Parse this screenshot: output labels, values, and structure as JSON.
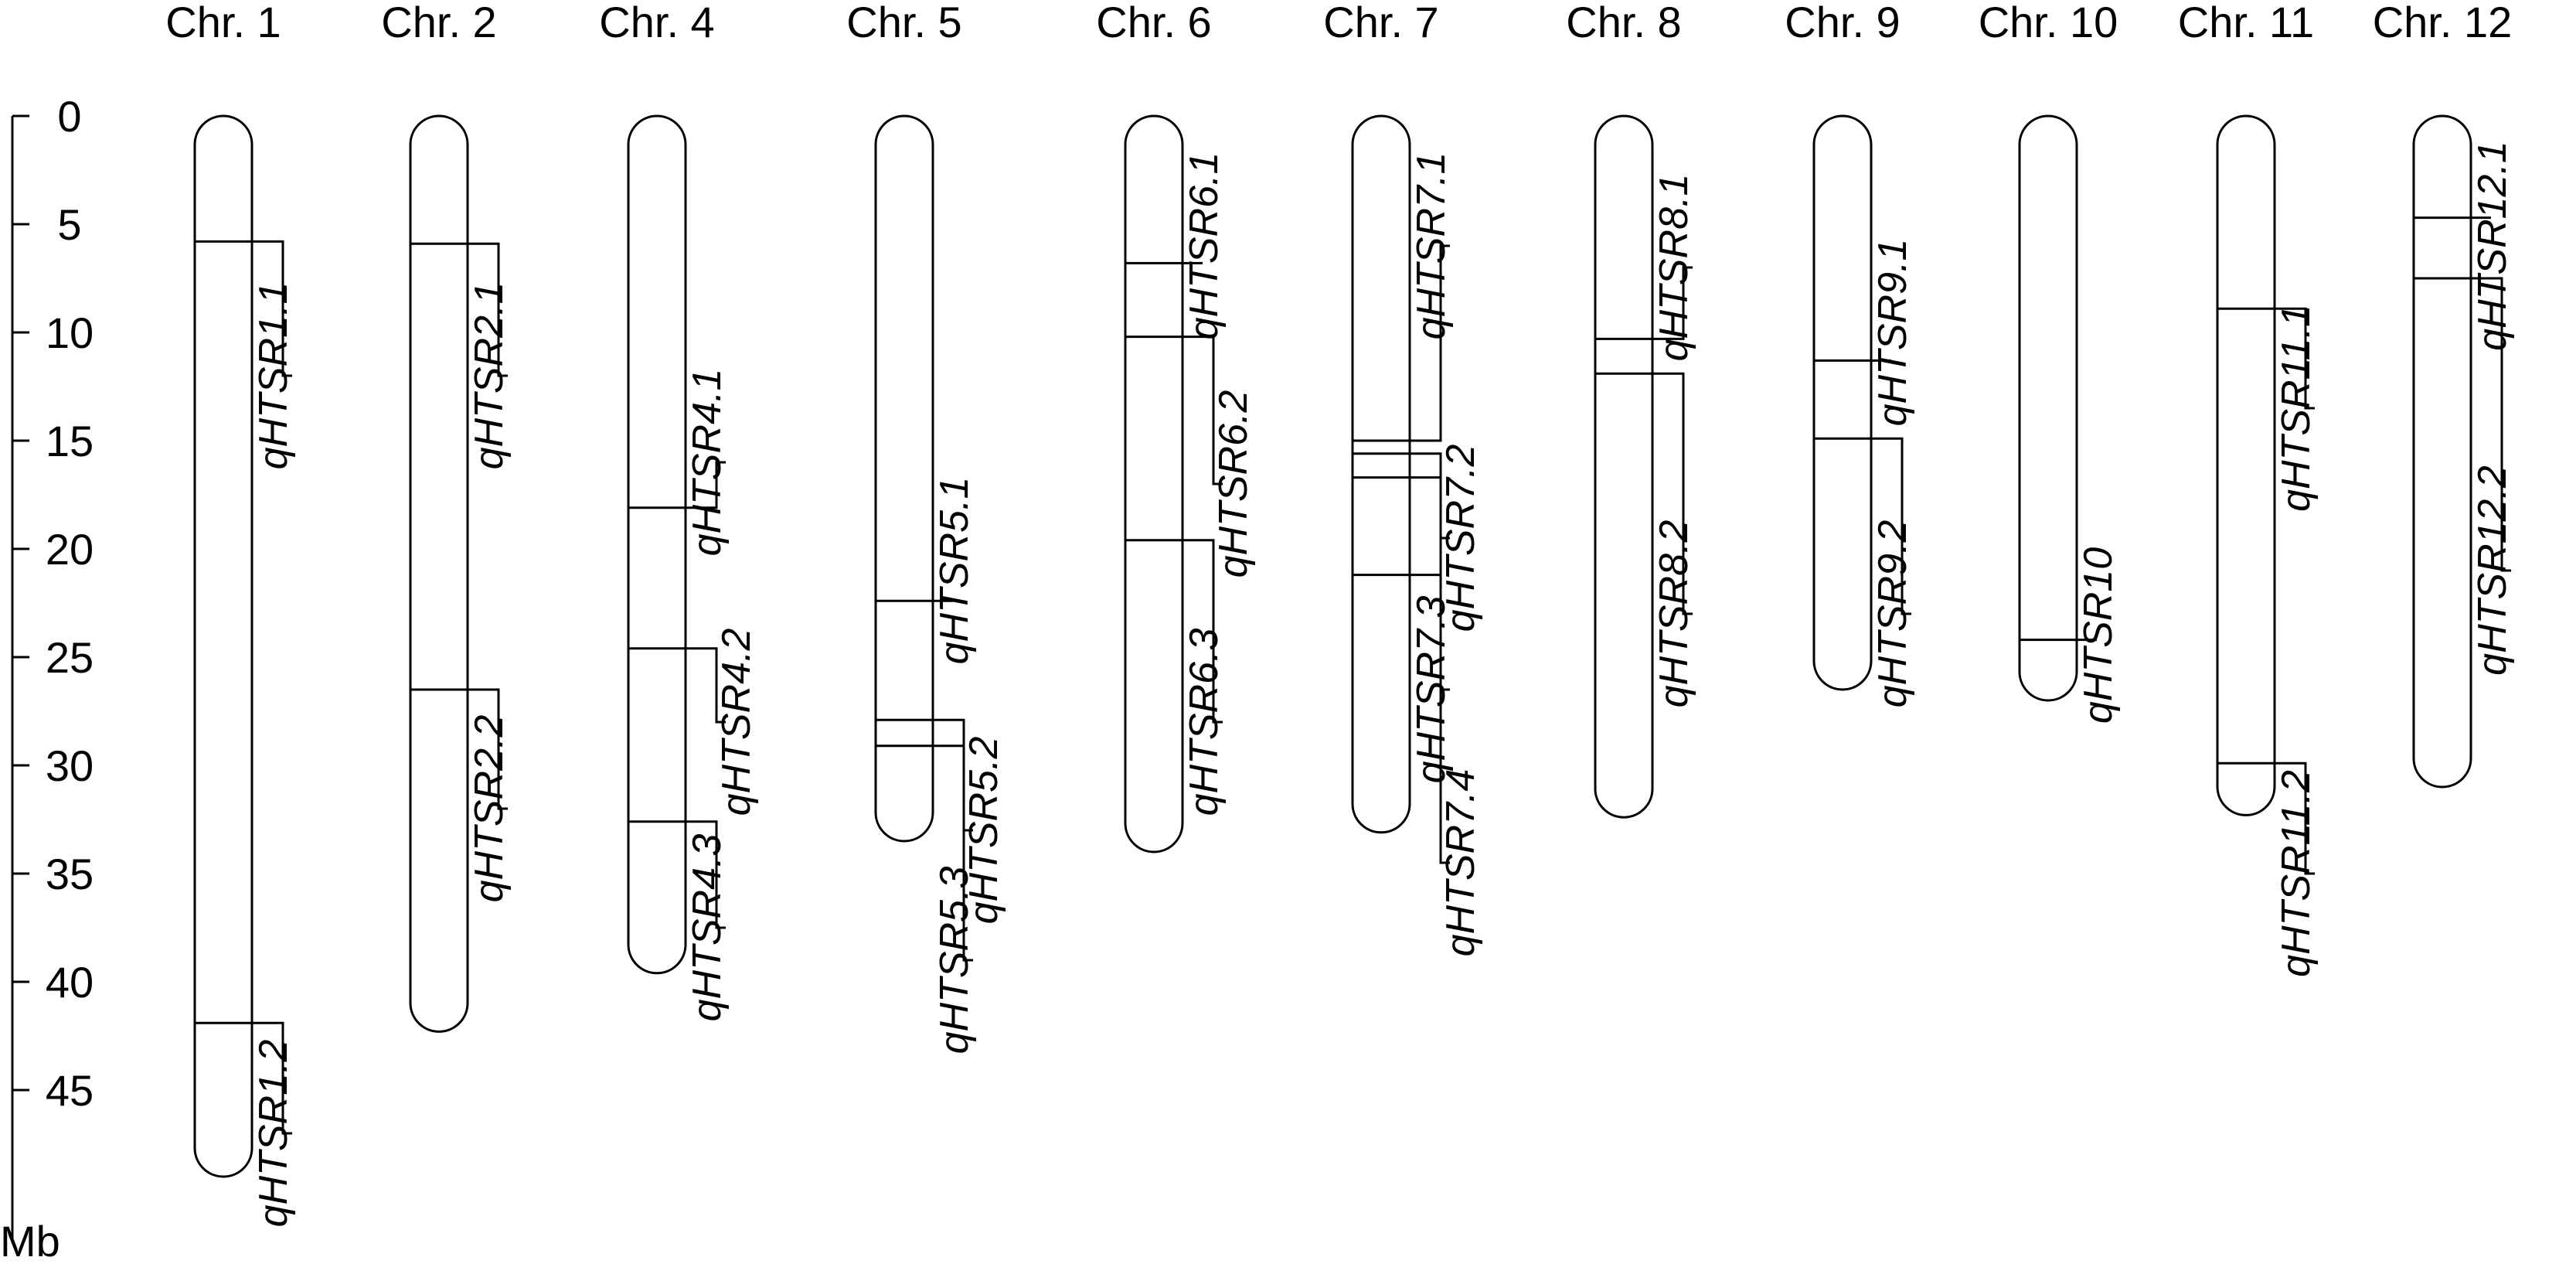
{
  "axis": {
    "unit": "Mb",
    "ticks": [
      0,
      5,
      10,
      15,
      20,
      25,
      30,
      35,
      40,
      45
    ],
    "max": 52
  },
  "chromosomes": [
    {
      "name": "Chr. 1",
      "length": 49,
      "qtls": [
        {
          "label": "qHTSR1.1",
          "pos": 5.8,
          "label_pos": 12
        },
        {
          "label": "qHTSR1.2",
          "pos": 41.9,
          "label_pos": 47
        }
      ]
    },
    {
      "name": "Chr. 2",
      "length": 42.3,
      "qtls": [
        {
          "label": "qHTSR2.1",
          "pos": 5.9,
          "label_pos": 12
        },
        {
          "label": "qHTSR2.2",
          "pos": 26.5,
          "label_pos": 32
        }
      ]
    },
    {
      "name": "Chr. 4",
      "length": 39.6,
      "qtls": [
        {
          "label": "qHTSR4.1",
          "pos": 18.1,
          "label_pos": 16
        },
        {
          "label": "qHTSR4.2",
          "pos": 24.6,
          "label_pos": 28
        },
        {
          "label": "qHTSR4.3",
          "pos": 32.6,
          "label_pos": 37.5
        }
      ]
    },
    {
      "name": "Chr. 5",
      "length": 33.5,
      "qtls": [
        {
          "label": "qHTSR5.1",
          "pos": 22.4,
          "label_pos": 21
        },
        {
          "label": "qHTSR5.2",
          "pos": 27.9,
          "label_pos": 33
        },
        {
          "label": "qHTSR5.3",
          "pos": 29.1,
          "label_pos": 39
        }
      ]
    },
    {
      "name": "Chr. 6",
      "length": 34,
      "qtls": [
        {
          "label": "qHTSR6.1",
          "pos": 6.8,
          "label_pos": 6
        },
        {
          "label": "qHTSR6.2",
          "pos": 10.2,
          "label_pos": 17
        },
        {
          "label": "qHTSR6.3",
          "pos": 19.6,
          "label_pos": 28
        }
      ]
    },
    {
      "name": "Chr. 7",
      "length": 33.1,
      "qtls": [
        {
          "label": "qHTSR7.1",
          "pos": 15,
          "label_pos": 6
        },
        {
          "label": "qHTSR7.2",
          "pos": 15.6,
          "label_pos": 19.5
        },
        {
          "label": "qHTSR7.3",
          "pos": 16.7,
          "label_pos": 26.5
        },
        {
          "label": "qHTSR7.4",
          "pos": 21.2,
          "label_pos": 34.5
        }
      ]
    },
    {
      "name": "Chr. 8",
      "length": 32.4,
      "qtls": [
        {
          "label": "qHTSR8.1",
          "pos": 10.3,
          "label_pos": 7
        },
        {
          "label": "qHTSR8.2",
          "pos": 11.9,
          "label_pos": 23
        }
      ]
    },
    {
      "name": "Chr. 9",
      "length": 26.5,
      "qtls": [
        {
          "label": "qHTSR9.1",
          "pos": 11.3,
          "label_pos": 10
        },
        {
          "label": "qHTSR9.2",
          "pos": 14.9,
          "label_pos": 23
        }
      ]
    },
    {
      "name": "Chr. 10",
      "length": 27,
      "qtls": [
        {
          "label": "qHTSR10",
          "pos": 24.2,
          "label_pos": 24
        }
      ]
    },
    {
      "name": "Chr. 11",
      "length": 32.3,
      "qtls": [
        {
          "label": "qHTSR11.1",
          "pos": 8.9,
          "label_pos": 13.5
        },
        {
          "label": "qHTSR11.2",
          "pos": 29.9,
          "label_pos": 35
        }
      ]
    },
    {
      "name": "Chr. 12",
      "length": 31,
      "qtls": [
        {
          "label": "qHTSR12.1",
          "pos": 4.7,
          "label_pos": 6
        },
        {
          "label": "qHTSR12.2",
          "pos": 7.5,
          "label_pos": 21
        }
      ]
    }
  ]
}
